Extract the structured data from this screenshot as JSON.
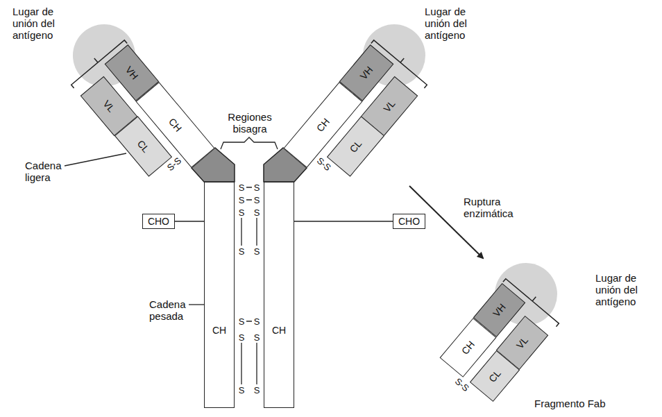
{
  "diagram": {
    "nodes": [
      {
        "text": [
          "VH"
        ]
      },
      {
        "text": [
          "CH"
        ]
      },
      {
        "text": [
          "VL"
        ]
      },
      {
        "text": [
          "CL"
        ]
      },
      {
        "text": [
          "VH"
        ]
      },
      {
        "text": [
          "CH"
        ]
      },
      {
        "text": [
          "VL"
        ]
      },
      {
        "text": [
          "CL"
        ]
      },
      {
        "text": [
          "CHO"
        ]
      },
      {
        "text": [
          "CH"
        ]
      },
      {
        "text": [
          "CH"
        ]
      },
      {
        "text": [
          "CHO"
        ]
      },
      {
        "text": [
          "VH"
        ]
      },
      {
        "text": [
          "CH"
        ]
      },
      {
        "text": [
          "VL"
        ]
      },
      {
        "text": [
          "CL"
        ]
      }
    ],
    "edges": [
      {
        "from": 8,
        "to": 9,
        "arrow": "none"
      },
      {
        "from": 11,
        "to": 10,
        "arrow": "none"
      }
    ],
    "labels": [
      "Lugar de unión del antígeno",
      "Lugar de unión del antígeno",
      "Regiones bisagra",
      "Cadena ligera",
      "S-S",
      "S-S",
      "S",
      "S",
      "S",
      "S",
      "S",
      "S",
      "S",
      "S",
      "S",
      "S",
      "S",
      "S",
      "S",
      "S",
      "Cadena pesada",
      "Ruptura enzimática",
      "Lugar de unión del antígeno",
      "S-S",
      "Fragmento Fab"
    ]
  }
}
